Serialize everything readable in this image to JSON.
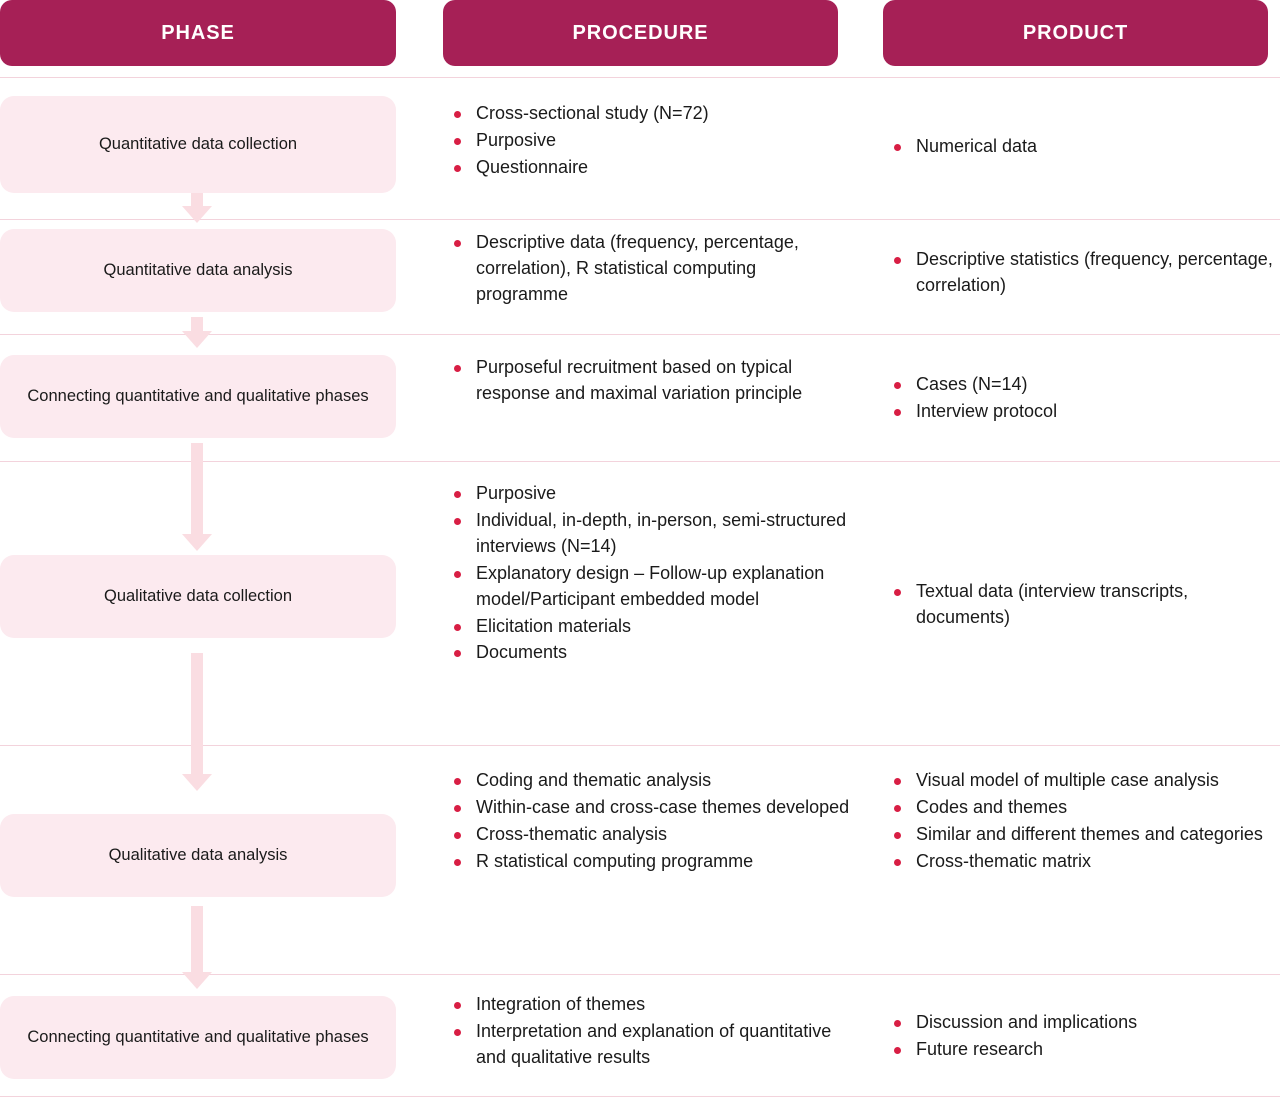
{
  "header": {
    "columns": [
      {
        "label": "PHASE"
      },
      {
        "label": "PROCEDURE"
      },
      {
        "label": "PRODUCT"
      }
    ],
    "bar_color": "#A62056",
    "text_color": "#FFFFFF"
  },
  "theme": {
    "phase_box_fill": "#FCEAEF",
    "bullet_color": "#D81E44",
    "arrow_color": "#FADDE2",
    "separator_color": "#F3D3DC",
    "body_text_color": "#1A1A1A"
  },
  "rows": [
    {
      "phase": "Quantitative data collection",
      "procedure": [
        "Cross-sectional study (N=72)",
        "Purposive",
        "Questionnaire"
      ],
      "product": [
        "Numerical data"
      ]
    },
    {
      "phase": "Quantitative data analysis",
      "procedure": [
        "Descriptive data (frequency, percentage, correlation), R statistical computing programme"
      ],
      "product": [
        "Descriptive statistics (frequency, percentage, correlation)"
      ]
    },
    {
      "phase": "Connecting quantitative and qualitative phases",
      "procedure": [
        "Purposeful recruitment based on typical response and maximal variation principle"
      ],
      "product": [
        "Cases (N=14)",
        "Interview protocol"
      ]
    },
    {
      "phase": "Qualitative data collection",
      "procedure": [
        "Purposive",
        "Individual, in-depth, in-person, semi-structured interviews (N=14)",
        "Explanatory design – Follow-up explanation model/Participant embedded model",
        "Elicitation materials",
        "Documents"
      ],
      "product": [
        "Textual data (interview transcripts, documents)"
      ]
    },
    {
      "phase": "Qualitative data analysis",
      "procedure": [
        "Coding and thematic analysis",
        "Within-case and cross-case themes developed",
        "Cross-thematic analysis",
        "R statistical computing programme"
      ],
      "product": [
        "Visual model of multiple case analysis",
        "Codes and themes",
        "Similar and different themes and categories",
        "Cross-thematic matrix"
      ]
    },
    {
      "phase": "Connecting quantitative and qualitative phases",
      "procedure": [
        "Integration of themes",
        "Interpretation and explanation of quantitative and qualitative results"
      ],
      "product": [
        "Discussion and implications",
        "Future research"
      ]
    }
  ]
}
